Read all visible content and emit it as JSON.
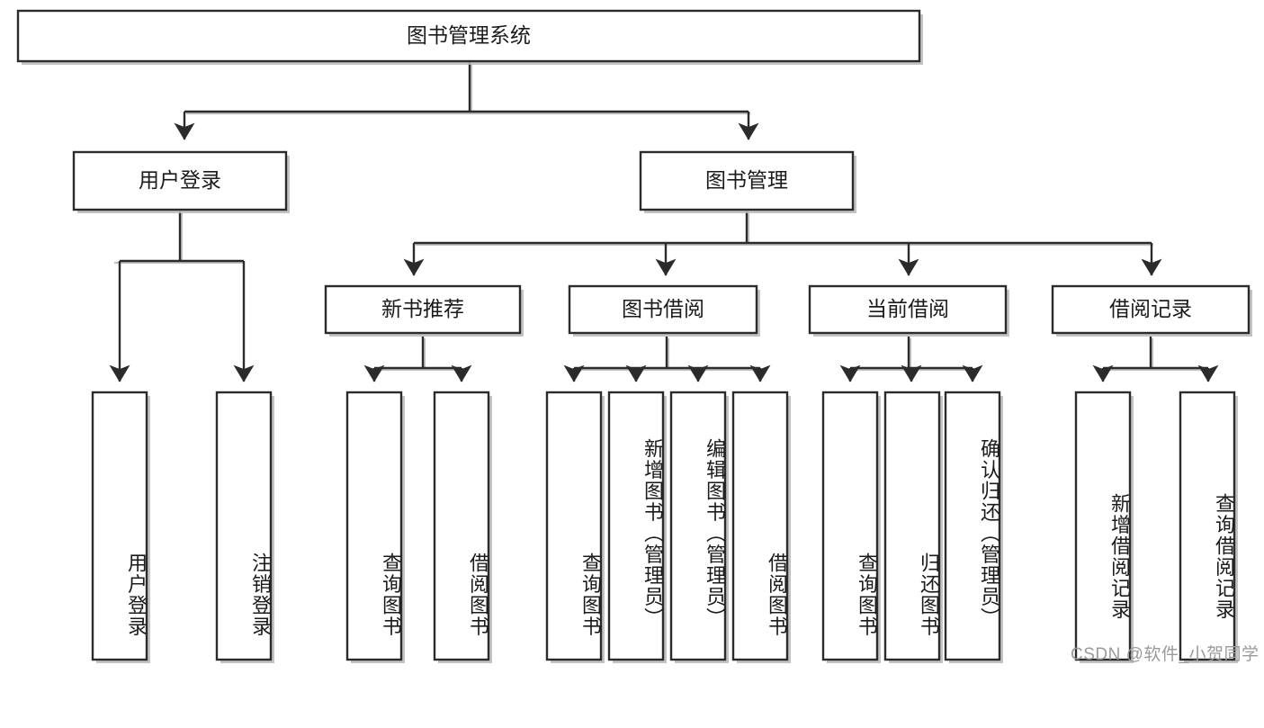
{
  "diagram": {
    "type": "tree-hierarchy",
    "title": "图书管理系统",
    "root": {
      "id": "root",
      "label": "图书管理系统"
    },
    "level2": [
      {
        "id": "user-login",
        "label": "用户登录"
      },
      {
        "id": "book-manage",
        "label": "图书管理"
      }
    ],
    "level3": [
      {
        "id": "new-book-rec",
        "label": "新书推荐",
        "parent": "book-manage"
      },
      {
        "id": "book-borrow",
        "label": "图书借阅",
        "parent": "book-manage"
      },
      {
        "id": "current-borrow",
        "label": "当前借阅",
        "parent": "book-manage"
      },
      {
        "id": "borrow-record",
        "label": "借阅记录",
        "parent": "book-manage"
      }
    ],
    "leaves": [
      {
        "id": "leaf-user-login",
        "label": "用户登录",
        "parent": "user-login"
      },
      {
        "id": "leaf-logout-login",
        "label": "注销登录",
        "parent": "user-login"
      },
      {
        "id": "leaf-query-book-1",
        "label": "查询图书",
        "parent": "new-book-rec"
      },
      {
        "id": "leaf-borrow-book-1",
        "label": "借阅图书",
        "parent": "new-book-rec"
      },
      {
        "id": "leaf-query-book-2",
        "label": "查询图书",
        "parent": "book-borrow"
      },
      {
        "id": "leaf-add-book",
        "label": "新增图书（管理员）",
        "parent": "book-borrow"
      },
      {
        "id": "leaf-edit-book",
        "label": "编辑图书（管理员）",
        "parent": "book-borrow"
      },
      {
        "id": "leaf-borrow-book-2",
        "label": "借阅图书",
        "parent": "book-borrow"
      },
      {
        "id": "leaf-query-book-3",
        "label": "查询图书",
        "parent": "current-borrow"
      },
      {
        "id": "leaf-return-book",
        "label": "归还图书",
        "parent": "current-borrow"
      },
      {
        "id": "leaf-confirm-return",
        "label": "确认归还（管理员）",
        "parent": "current-borrow"
      },
      {
        "id": "leaf-add-record",
        "label": "新增借阅记录",
        "parent": "borrow-record"
      },
      {
        "id": "leaf-query-record",
        "label": "查询借阅记录",
        "parent": "borrow-record"
      }
    ],
    "colors": {
      "box_fill": "#ffffff",
      "box_stroke": "#2b2b2b",
      "text": "#1b1b1b",
      "shadow": "#b9b9b9",
      "watermark": "#9a9a9a"
    }
  },
  "watermark": {
    "text": "CSDN @软件_小贺同学"
  }
}
